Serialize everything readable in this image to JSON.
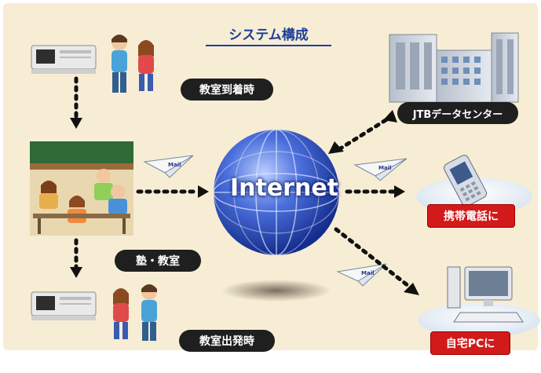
{
  "title": "システム構成",
  "labels": {
    "arrival": "教室到着時",
    "classroom": "塾・教室",
    "departure": "教室出発時",
    "datacenter": "JTBデータセンター",
    "mobile": "携帯電話に",
    "home_pc": "自宅PCに",
    "internet": "Internet"
  },
  "mail_tag": "Mail",
  "colors": {
    "background": "#f6edd4",
    "title": "#1d3f9a",
    "dark_pill": "#1f1f1f",
    "red_box": "#d21a1a",
    "globe": "#2b4fbf"
  },
  "icons": [
    "card-reader-icon",
    "students-icon",
    "classroom-icon",
    "paper-plane-mail-icon",
    "globe-icon",
    "building-icon",
    "mobile-phone-icon",
    "desktop-pc-icon"
  ]
}
